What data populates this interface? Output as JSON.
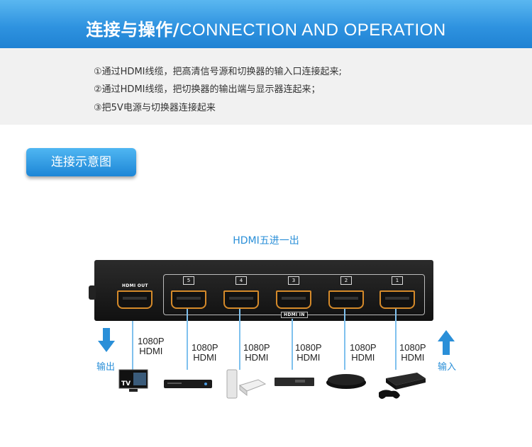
{
  "banner": {
    "title_cn": "连接与操作/",
    "title_en": "CONNECTION AND OPERATION"
  },
  "steps": [
    "①通过HDMI线缆，把高清信号源和切换器的输入口连接起来;",
    "②通过HDMI线缆，把切换器的输出端与显示器连起来；",
    "③把5V电源与切换器连接起来"
  ],
  "section_button": "连接示意图",
  "diagram": {
    "title": "HDMI五进一出",
    "out_label": "HDMI OUT",
    "in_label": "HDMI IN",
    "port_numbers": [
      "5",
      "4",
      "3",
      "2",
      "1"
    ],
    "resolution": "1080P",
    "cable": "HDMI",
    "output_text": "输出",
    "input_text": "输入",
    "tv_text": "TV"
  },
  "colors": {
    "banner": "#2f93e0",
    "accent": "#2a8fd8",
    "port_gold": "#d58a2a"
  },
  "icons": [
    "arrow-down-icon",
    "arrow-up-icon",
    "tv-icon",
    "blu-ray-player-icon",
    "xbox-360-icon",
    "set-top-box-icon",
    "media-player-icon",
    "ps3-icon"
  ]
}
